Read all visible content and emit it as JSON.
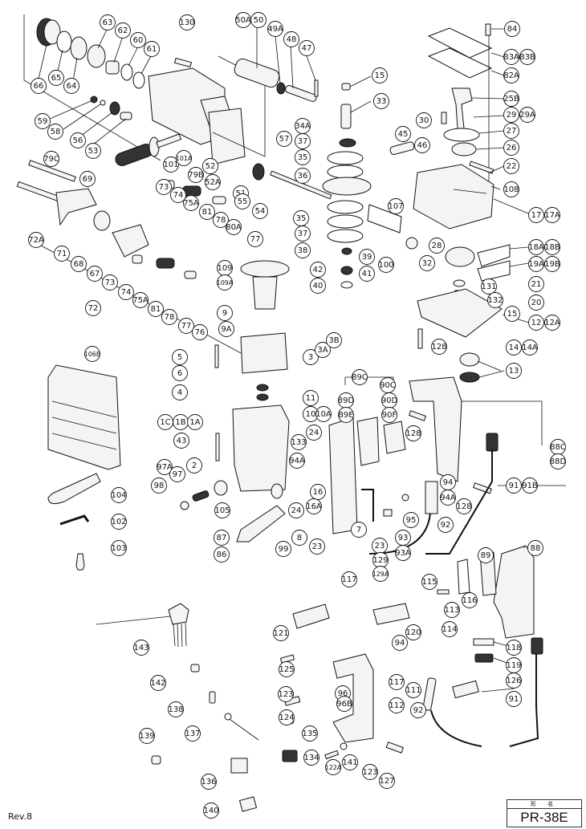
{
  "document": {
    "type": "Exploded parts diagram",
    "revision": "Rev.8",
    "model_box": {
      "header": "形 名",
      "model": "PR-38E"
    }
  },
  "callouts": {
    "c66": "66",
    "c65": "65",
    "c64": "64",
    "c63": "63",
    "c62": "62",
    "c60": "60",
    "c61": "61",
    "c130": "130",
    "c59": "59",
    "c58": "58",
    "c56": "56",
    "c53": "53",
    "c101": "101",
    "c101A": "101A",
    "c52": "52",
    "c52A": "52A",
    "c51": "51",
    "c50A": "50A",
    "c50": "50",
    "c49A": "49A",
    "c48": "48",
    "c47": "47",
    "c15a": "15",
    "c33": "33",
    "c34A": "34A",
    "c37a": "37",
    "c35a": "35",
    "c36": "36",
    "c35b": "35",
    "c37b": "37",
    "c38": "38",
    "c39": "39",
    "c41": "41",
    "c42": "42",
    "c40": "40",
    "c57": "57",
    "c55": "55",
    "c54": "54",
    "c84": "84",
    "c83A": "83A",
    "c83B": "83B",
    "c82A": "82A",
    "c25B": "25B",
    "c29": "29",
    "c29A": "29A",
    "c30": "30",
    "c27": "27",
    "c26": "26",
    "c45": "45",
    "c46": "46",
    "c22": "22",
    "c108": "108",
    "c17": "17",
    "c17A": "17A",
    "c107": "107",
    "c100": "100",
    "c32": "32",
    "c28": "28",
    "c18A": "18A",
    "c18B": "18B",
    "c19A": "19A",
    "c19B": "19B",
    "c21": "21",
    "c20": "20",
    "c131": "131",
    "c132": "132",
    "c15b": "15",
    "c12": "12",
    "c12A": "12A",
    "c128a": "128",
    "c14": "14",
    "c14A": "14A",
    "c13": "13",
    "c79C": "79C",
    "c69": "69",
    "c72A": "72A",
    "c71": "71",
    "c68": "68",
    "c67": "67",
    "c73a": "73",
    "c74a": "74",
    "c75Aa": "75A",
    "c81a": "81",
    "c78a": "78",
    "c77a": "77",
    "c76": "76",
    "c72": "72",
    "c79B": "79B",
    "c73b": "73",
    "c74b": "74",
    "c75Ab": "75A",
    "c81b": "81",
    "c78b": "78",
    "c80A": "80A",
    "c77b": "77",
    "c109": "109",
    "c109A": "109A",
    "c9": "9",
    "c9A": "9A",
    "c5": "5",
    "c6": "6",
    "c4": "4",
    "c3": "3",
    "c3A": "3A",
    "c3B": "3B",
    "c11": "11",
    "c10": "10",
    "c10A": "10A",
    "c1C": "1C",
    "c1B": "1B",
    "c1A": "1A",
    "c43": "43",
    "c2": "2",
    "c97A": "97A",
    "c97": "97",
    "c98": "98",
    "c105": "105",
    "c87": "87",
    "c86": "86",
    "c99": "99",
    "c8": "8",
    "c133": "133",
    "c24a": "24",
    "c94A": "94A",
    "c16": "16",
    "c16A": "16A",
    "c24b": "24",
    "c23a": "23",
    "c106B": "106B",
    "c104": "104",
    "c102": "102",
    "c103": "103",
    "c89C": "89C",
    "c89D": "89D",
    "c89E": "89E",
    "c90C": "90C",
    "c90D": "90D",
    "c90F": "90F",
    "c128b": "128",
    "c94": "94",
    "c94A2": "94A",
    "c128c": "128",
    "c91": "91",
    "c91B": "91B",
    "c88C": "88C",
    "c88D": "88D",
    "c7": "7",
    "c95": "95",
    "c92": "92",
    "c23b": "23",
    "c129": "129",
    "c129A": "129A",
    "c93": "93",
    "c93A": "93A",
    "c117a": "117",
    "c88": "88",
    "c89": "89",
    "c115": "115",
    "c116": "116",
    "c113": "113",
    "c114": "114",
    "c120": "120",
    "c121": "121",
    "c118": "118",
    "c119": "119",
    "c126": "126",
    "c91b2": "91",
    "c94b": "94",
    "c117b": "117",
    "c111": "111",
    "c112": "112",
    "c92b": "92",
    "c125": "125",
    "c123a": "123",
    "c124": "124",
    "c96": "96",
    "c96B": "96B",
    "c143": "143",
    "c142": "142",
    "c138": "138",
    "c137": "137",
    "c139": "139",
    "c135": "135",
    "c134": "134",
    "c136": "136",
    "c140": "140",
    "c122A": "122A",
    "c141": "141",
    "c123b": "123",
    "c127": "127"
  }
}
